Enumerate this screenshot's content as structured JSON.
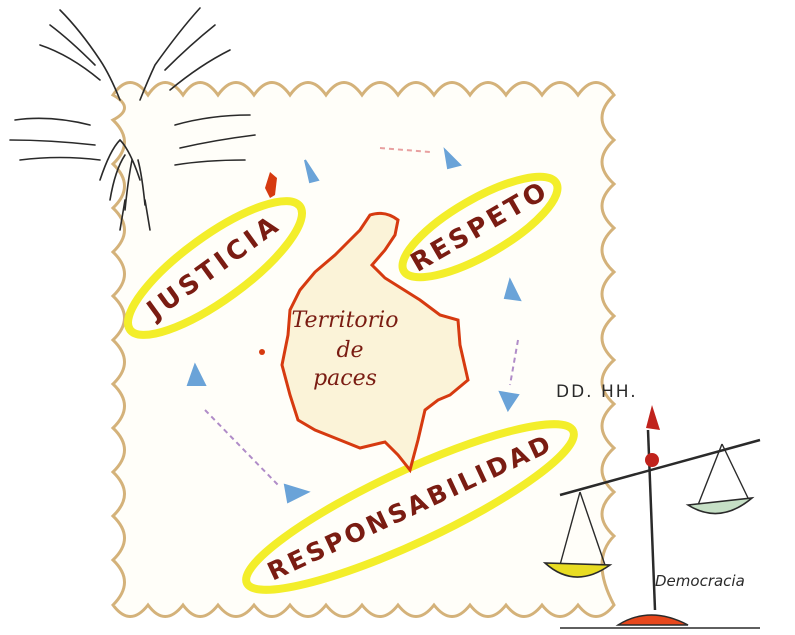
{
  "labels": {
    "justicia": "JUSTICIA",
    "respeto": "RESPETO",
    "responsabilidad": "RESPONSABILIDAD",
    "map_line1": "Territorio",
    "map_line2": "de",
    "map_line3": "paces",
    "ddhh": "DD. HH.",
    "democracia": "Democracia"
  },
  "colors": {
    "stamp_border": "#d4b27a",
    "highlight": "#f3ee2a",
    "label_text": "#7a1c12",
    "map_outline": "#d63a10",
    "map_fill": "#fbf3d8",
    "arrow": "#6aa3d8",
    "scale_fill_left": "#e8dc22",
    "scale_fill_right": "#c6e0c6",
    "scale_base": "#e7471c"
  },
  "icons": [
    "hands-circle-icon",
    "balance-scale-icon",
    "arrow-icon"
  ]
}
